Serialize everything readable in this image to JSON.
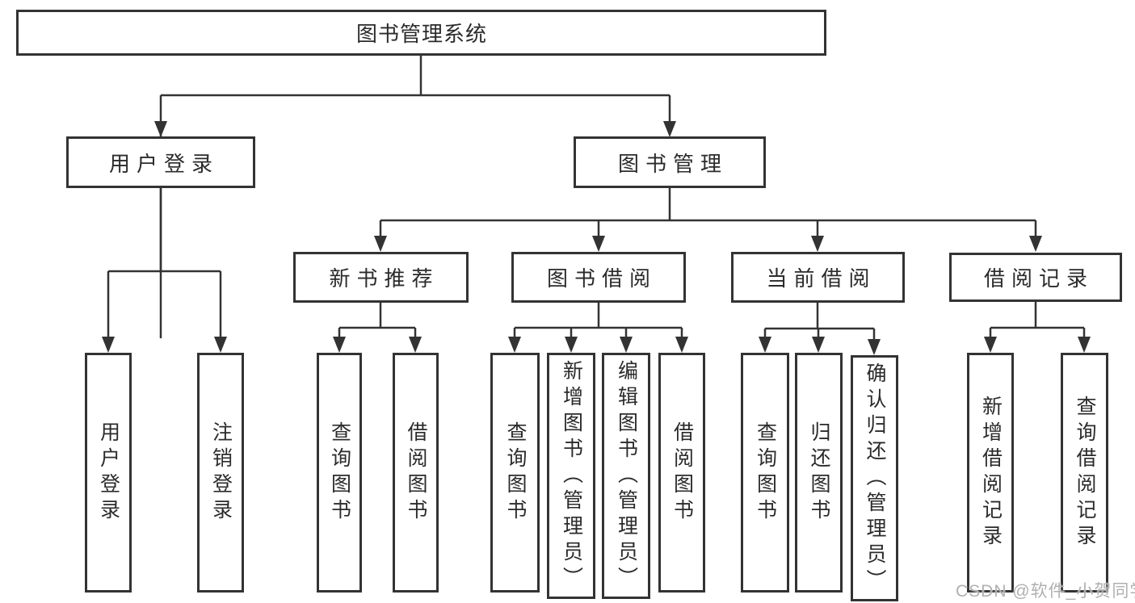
{
  "diagram": {
    "title": "图书管理系统",
    "level2": {
      "user_login": "用户登录",
      "book_management": "图书管理"
    },
    "level3": {
      "new_book_recommend": "新书推荐",
      "book_borrow": "图书借阅",
      "current_borrow": "当前借阅",
      "borrow_records": "借阅记录"
    },
    "leaves": {
      "user_login": "用户登录",
      "logout": "注销登录",
      "recommend_query_books": "查询图书",
      "recommend_borrow_books": "借阅图书",
      "borrow_query_books": "查询图书",
      "add_books_admin": "新增图书（管理员）",
      "edit_books_admin": "编辑图书（管理员）",
      "borrow_borrow_books": "借阅图书",
      "current_query_books": "查询图书",
      "return_books": "归还图书",
      "confirm_return_admin": "确认归还（管理员）",
      "add_borrow_record": "新增借阅记录",
      "query_borrow_record": "查询借阅记录"
    },
    "watermark": "CSDN @软件_小贺同学",
    "colors": {
      "line": "#333333",
      "text": "#2b2b2b",
      "background": "#ffffff",
      "watermark": "#b0b0b0"
    }
  }
}
